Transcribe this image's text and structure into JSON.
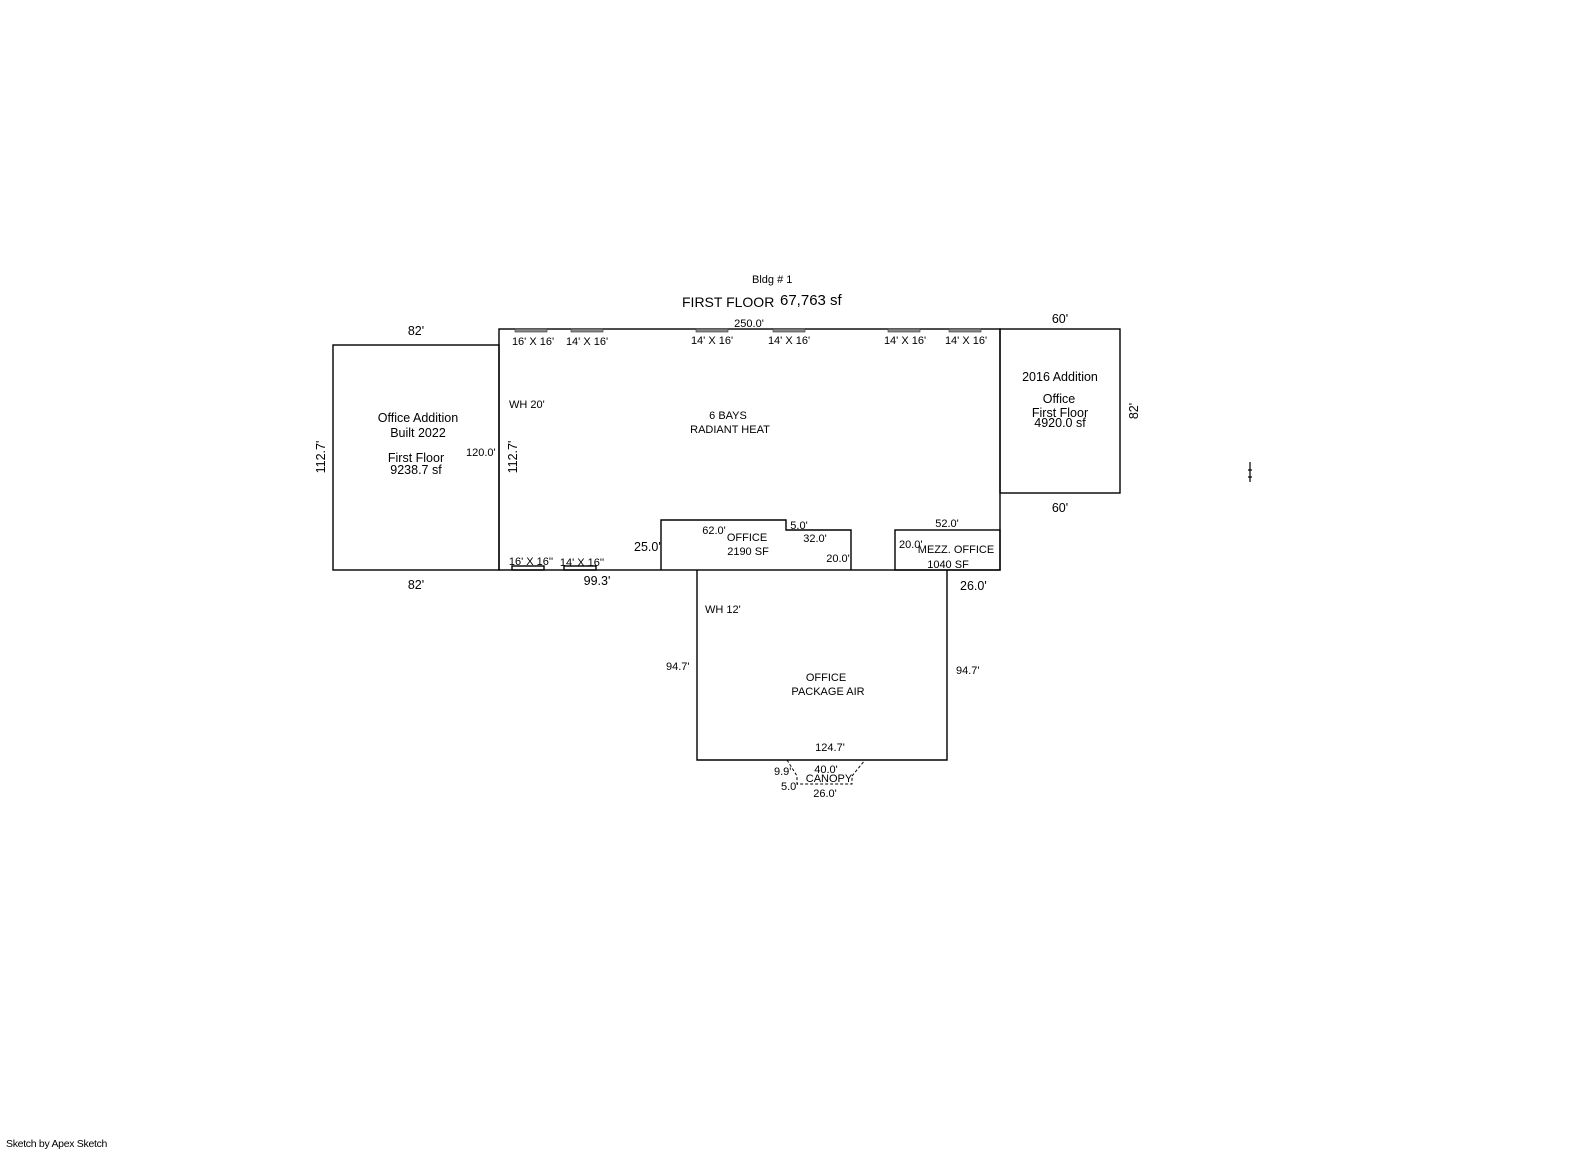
{
  "header": {
    "building": "Bldg # 1",
    "floor": "FIRST FLOOR",
    "area": "67,763 sf"
  },
  "west_addition": {
    "line1": "Office Addition",
    "line2": "Built 2022",
    "line3": "First Floor",
    "line4": "9238.7 sf",
    "dim_top": "82'",
    "dim_bottom": "82'",
    "dim_left": "112.7'",
    "dim_inner": "120.0'"
  },
  "warehouse": {
    "wall_height": "WH 20'",
    "line1": "6 BAYS",
    "line2": "RADIANT HEAT",
    "dim_top": "250.0'",
    "dim_left": "112.7'",
    "dim_bottom": "99.3'",
    "dim_office_offset": "25.0'",
    "doors_top": [
      "16' X 16'",
      "14' X 16'",
      "14' X 16'",
      "14' X 16'",
      "14' X 16'",
      "14' X 16'"
    ],
    "doors_bottom": [
      "16' X 16''",
      "14' X 16''"
    ]
  },
  "office_2190": {
    "line1": "OFFICE",
    "line2": "2190 SF",
    "dim_top": "62.0'",
    "dim_step": "5.0'",
    "dim_right_top": "32.0'",
    "dim_right": "20.0'"
  },
  "mezz_office": {
    "line1": "MEZZ. OFFICE",
    "line2": "1040 SF",
    "dim_top": "52.0'",
    "dim_left": "20.0'"
  },
  "east_addition": {
    "line1": "2016 Addition",
    "line2": "Office",
    "line3": "First Floor",
    "line4": "4920.0 sf",
    "dim_top": "60'",
    "dim_bottom": "60'",
    "dim_right": "82'"
  },
  "south_office": {
    "wall_height": "WH 12'",
    "line1": "OFFICE",
    "line2": "PACKAGE AIR",
    "dim_left": "94.7'",
    "dim_right": "94.7'",
    "dim_top_right": "26.0'",
    "dim_bottom": "124.7'"
  },
  "canopy": {
    "label": "CANOPY",
    "dim_top": "40.0'",
    "dim_left_upper": "9.9'",
    "dim_left_lower": "5.0'",
    "dim_bottom": "26.0'"
  },
  "footer": {
    "credit": "Sketch by Apex Sketch"
  }
}
